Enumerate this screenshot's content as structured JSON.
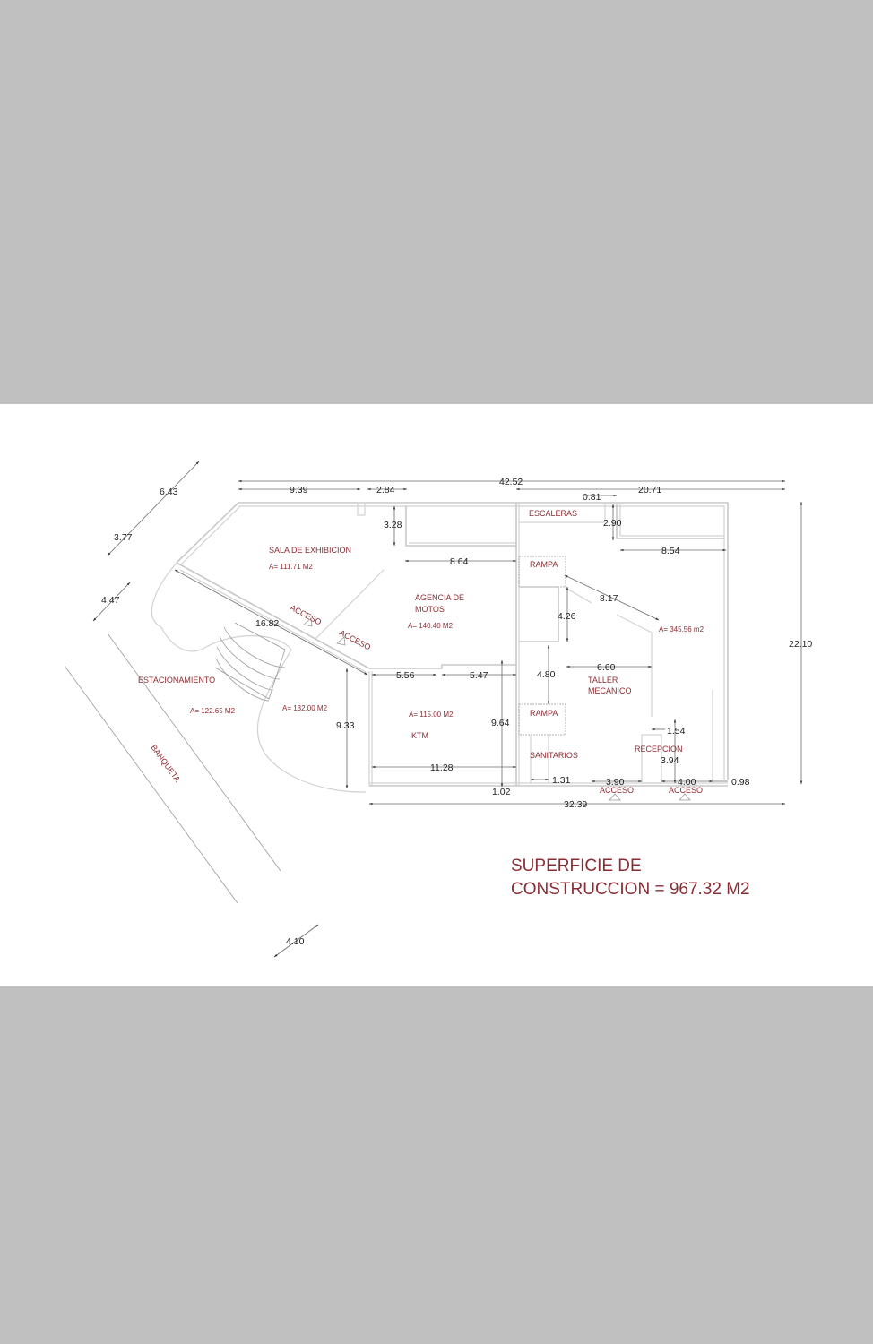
{
  "plan": {
    "summary": {
      "line1": "SUPERFICIE DE",
      "line2": "CONSTRUCCION = 967.32 M2"
    },
    "rooms": [
      {
        "name": "SALA DE EXHIBICION",
        "area": "A= 111.71 M2"
      },
      {
        "name_line1": "AGENCIA DE",
        "name_line2": "MOTOS",
        "area": "A= 140.40 M2"
      },
      {
        "name": "ESTACIONAMIENTO",
        "area": "A= 122.65 M2"
      },
      {
        "area": "A= 132.00 M2"
      },
      {
        "name": "KTM",
        "area": "A= 115.00 M2"
      },
      {
        "name_line1": "TALLER",
        "name_line2": "MECANICO",
        "area": "A= 345.56 m2"
      }
    ],
    "labels": {
      "escaleras": "ESCALERAS",
      "rampa": "RAMPA",
      "sanitarios": "SANITARIOS",
      "recepcion": "RECEPCION",
      "acceso": "ACCESO",
      "banqueta": "BANQUETA"
    },
    "dimensions": {
      "d_42_52": "42.52",
      "d_9_39": "9.39",
      "d_2_84": "2.84",
      "d_0_81": "0.81",
      "d_20_71": "20.71",
      "d_6_43": "6.43",
      "d_3_77": "3.77",
      "d_4_47": "4.47",
      "d_3_28": "3.28",
      "d_2_90": "2.90",
      "d_8_54": "8.54",
      "d_8_64": "8.64",
      "d_8_17": "8.17",
      "d_4_26": "4.26",
      "d_16_82": "16.82",
      "d_22_10": "22.10",
      "d_5_56": "5.56",
      "d_5_47": "5.47",
      "d_4_80": "4.80",
      "d_6_60": "6.60",
      "d_9_33": "9.33",
      "d_9_64": "9.64",
      "d_1_54": "1.54",
      "d_3_94": "3.94",
      "d_11_28": "11.28",
      "d_1_31": "1.31",
      "d_3_90": "3.90",
      "d_4_00": "4.00",
      "d_0_98": "0.98",
      "d_1_02": "1.02",
      "d_32_39": "32.39",
      "d_4_10": "4.10"
    }
  }
}
